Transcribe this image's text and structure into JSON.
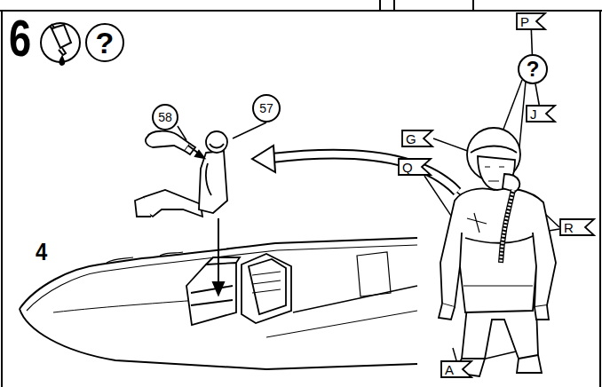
{
  "diagram": {
    "nodes": [
      {
        "text": [
          "?"
        ]
      },
      {
        "text": [
          "58"
        ]
      },
      {
        "text": [
          "57"
        ]
      },
      {
        "text": [
          "G"
        ]
      },
      {
        "text": [
          "P"
        ]
      },
      {
        "text": [
          "?"
        ]
      },
      {
        "text": [
          "J"
        ]
      },
      {
        "text": [
          "Q"
        ]
      },
      {
        "text": [
          "R"
        ]
      },
      {
        "text": [
          "A"
        ]
      }
    ],
    "edges": [
      {
        "from": 5,
        "to": 4,
        "arrow": "none"
      },
      {
        "from": 5,
        "to": 6,
        "arrow": "none"
      }
    ],
    "labels": [
      "6",
      "4"
    ]
  }
}
